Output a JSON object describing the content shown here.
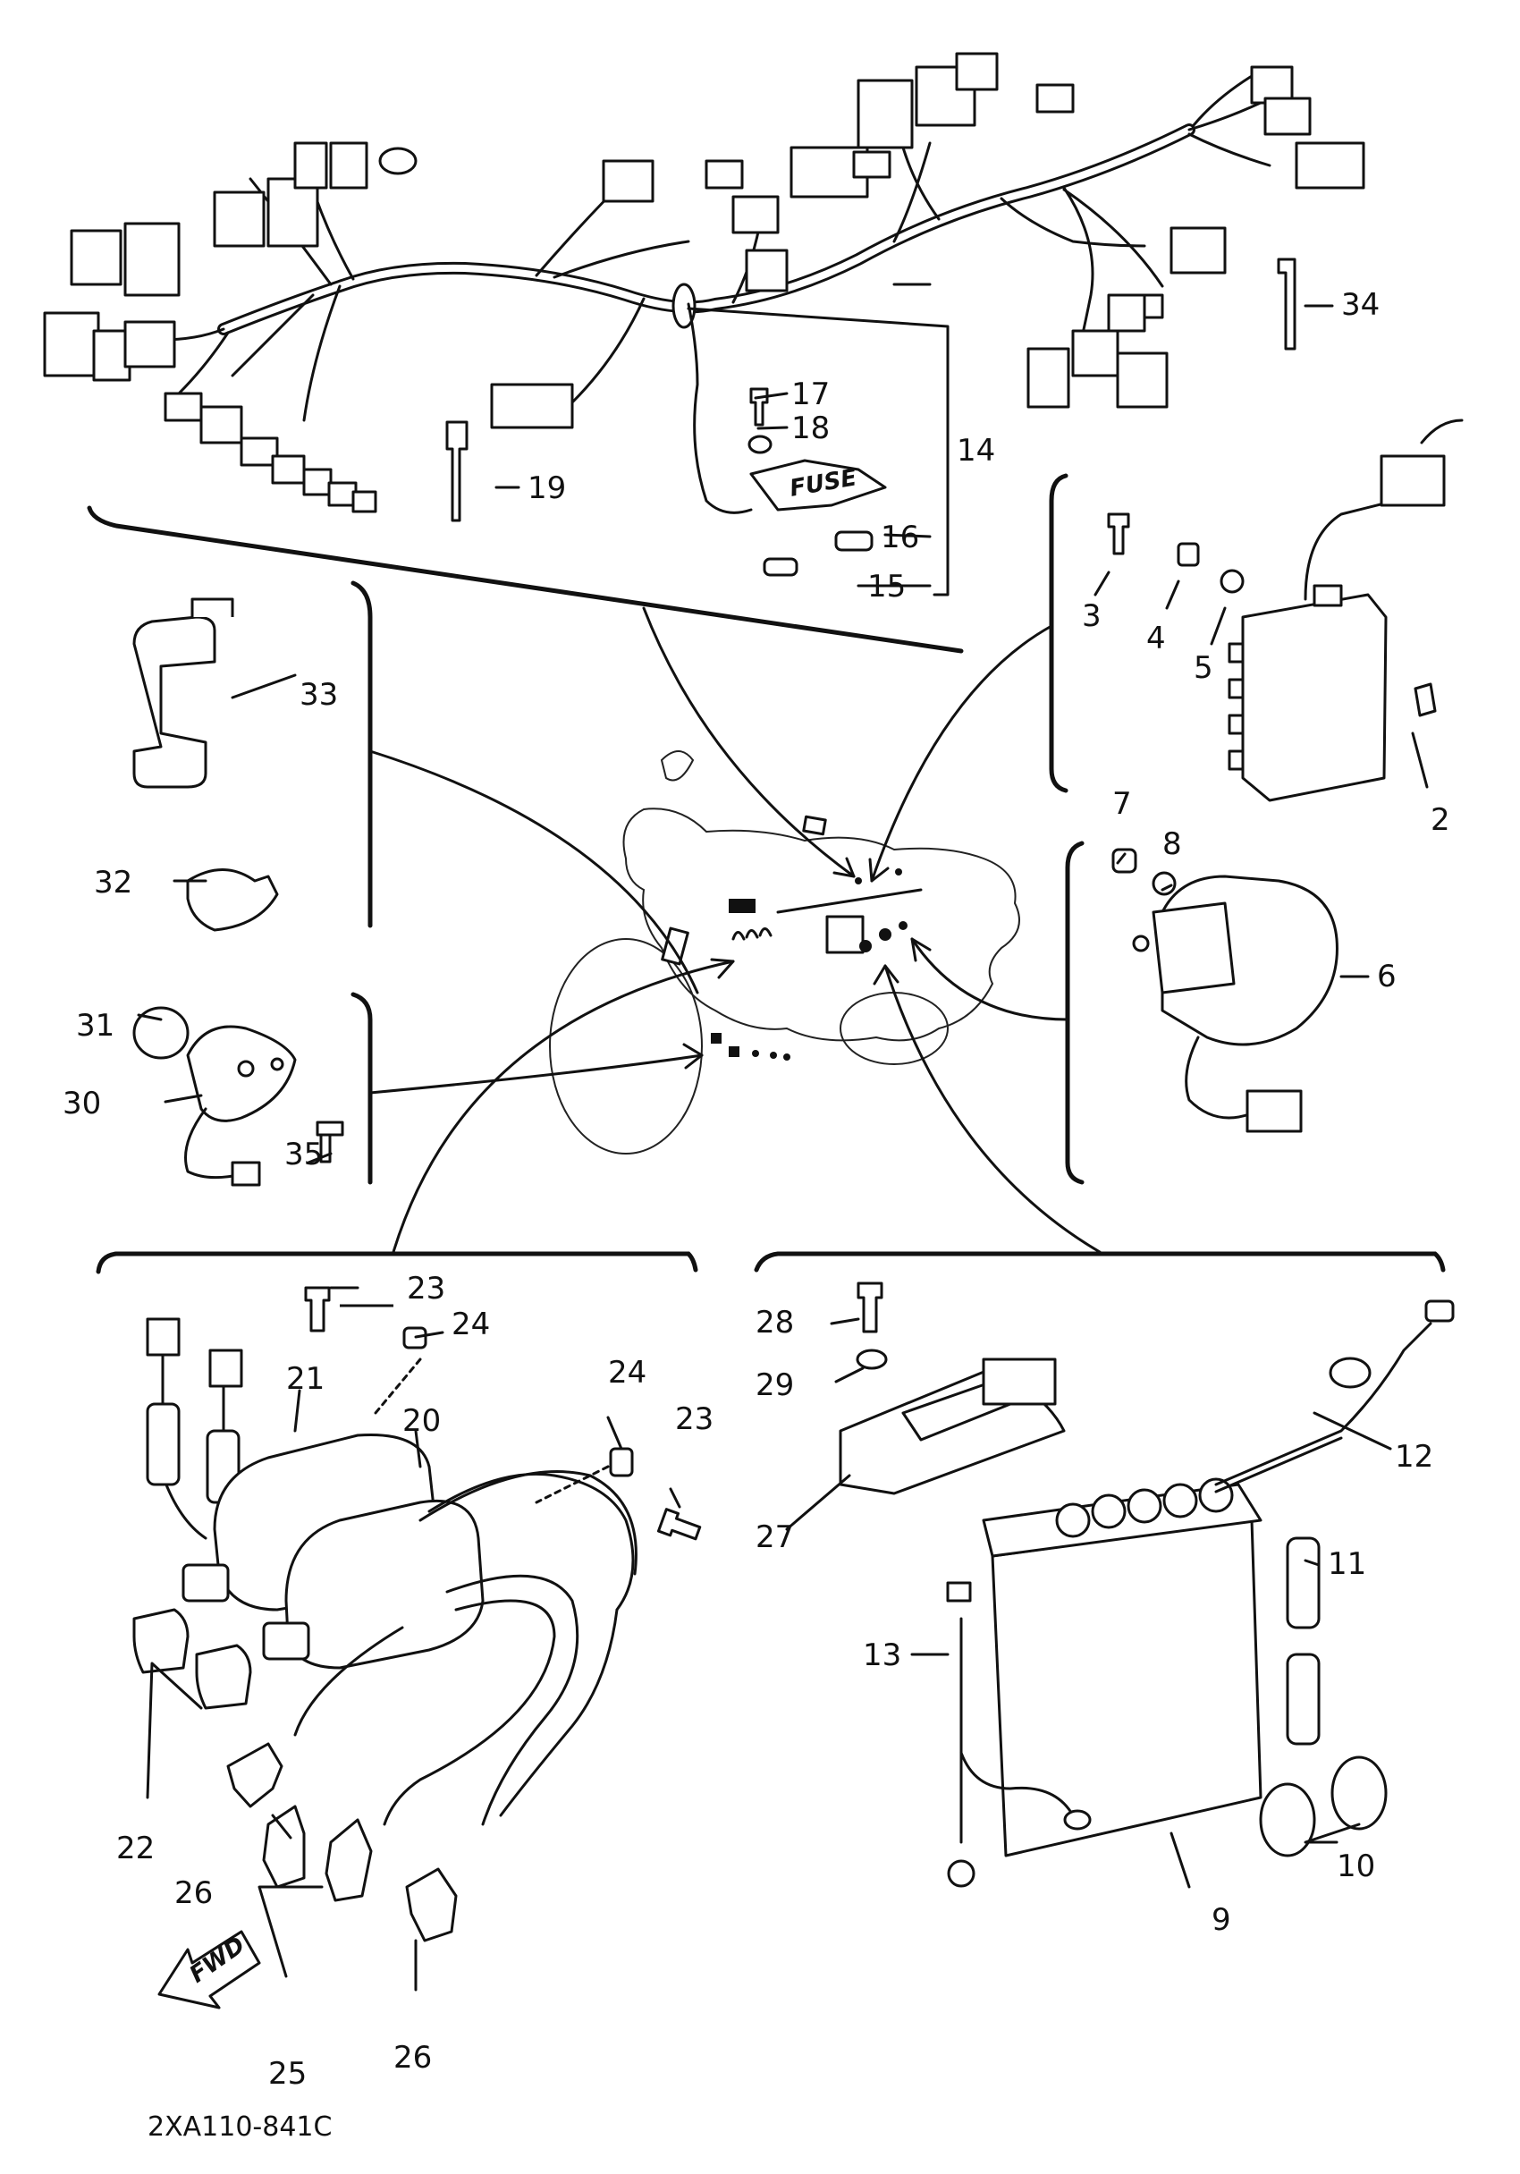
{
  "diagram": {
    "labels": {
      "p2": "2",
      "p3": "3",
      "p4": "4",
      "p5": "5",
      "p6": "6",
      "p7": "7",
      "p8": "8",
      "p9": "9",
      "p10": "10",
      "p11": "11",
      "p12": "12",
      "p13": "13",
      "p14": "14",
      "p15": "15",
      "p16": "16",
      "p17": "17",
      "p18": "18",
      "p19": "19",
      "p20": "20",
      "p21": "21",
      "p22": "22",
      "p23a": "23",
      "p23b": "23",
      "p24a": "24",
      "p24b": "24",
      "p25": "25",
      "p26a": "26",
      "p26b": "26",
      "p27": "27",
      "p28": "28",
      "p29": "29",
      "p30": "30",
      "p31": "31",
      "p32": "32",
      "p33": "33",
      "p34": "34",
      "p35": "35"
    },
    "fuse_text": "FUSE",
    "fwd_text": "FWD",
    "drawing_code": "2XA110-841C",
    "line_color": "#111111",
    "background_color": "#ffffff"
  }
}
